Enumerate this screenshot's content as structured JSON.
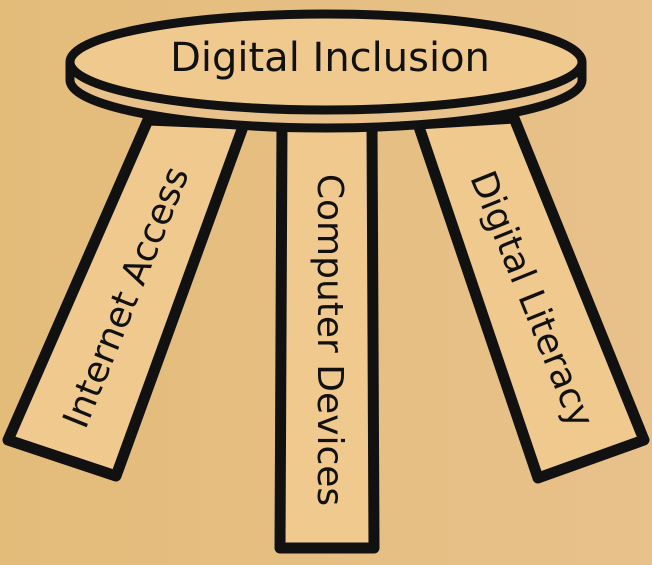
{
  "diagram": {
    "title": "Digital Inclusion",
    "legs": [
      {
        "label": "Internet Access"
      },
      {
        "label": "Computer Devices"
      },
      {
        "label": "Digital Literacy"
      }
    ]
  },
  "colors": {
    "background": "#e6bf84",
    "fill": "#f0c98f",
    "stroke": "#111111"
  }
}
